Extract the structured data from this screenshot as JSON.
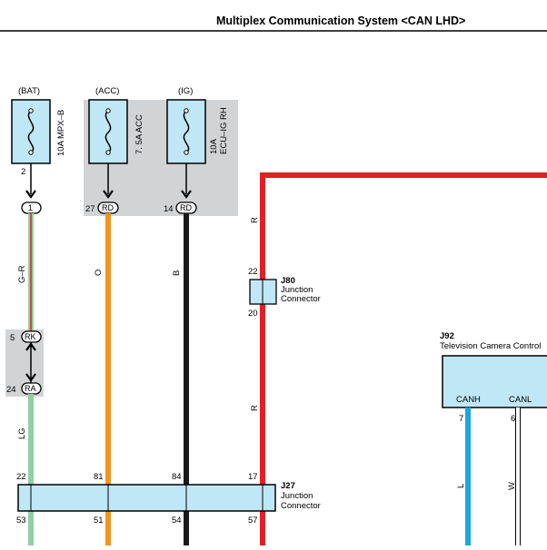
{
  "header": {
    "title": "Multiplex Communication System <CAN LHD>"
  },
  "fuses": {
    "bat": {
      "source": "(BAT)",
      "rating": "10A MPX–B",
      "pin": "2",
      "connector_pin": "1"
    },
    "acc": {
      "source": "(ACC)",
      "rating": "7. 5A ACC",
      "pin": "27",
      "connector": "RD"
    },
    "ig": {
      "source": "(IG)",
      "rating_line1": "10A",
      "rating_line2": "ECU–IG RH",
      "pin": "14",
      "connector": "RD"
    }
  },
  "wires": {
    "g_r": "G–R",
    "o": "O",
    "b": "B",
    "r_upper": "R",
    "r_lower": "R",
    "lg": "LG",
    "l": "L",
    "w": "W"
  },
  "rk_ra": {
    "rk_pin": "5",
    "rk_label": "RK",
    "ra_pin": "24",
    "ra_label": "RA"
  },
  "j80": {
    "id": "J80",
    "line1": "Junction",
    "line2": "Connector",
    "pin_top": "22",
    "pin_bottom": "20"
  },
  "j27": {
    "id": "J27",
    "line1": "Junction",
    "line2": "Connector",
    "top_pins": [
      "22",
      "81",
      "84",
      "17"
    ],
    "bottom_pins": [
      "53",
      "51",
      "54",
      "57"
    ]
  },
  "j92": {
    "id": "J92",
    "name": "Television Camera Control",
    "canh_label": "CANH",
    "canh_pin": "7",
    "canl_label": "CANL",
    "canl_pin": "6"
  },
  "colors": {
    "fuse_fill": "#bfe7f5",
    "group_bg": "#d2d3d5",
    "orange": "#f0961e",
    "black": "#1a1a1a",
    "red": "#e31e24",
    "green": "#8fd0a0",
    "blue": "#1aa6e0"
  }
}
